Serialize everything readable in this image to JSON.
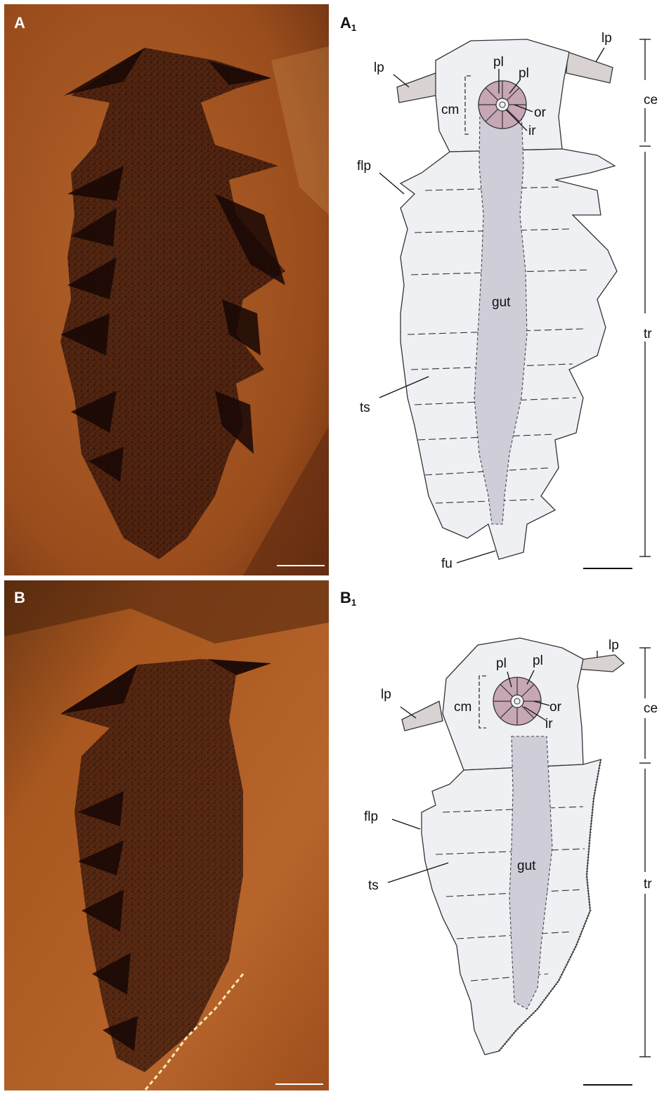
{
  "panels": {
    "A": {
      "label": "A"
    },
    "A1": {
      "label": "A",
      "sub": "1"
    },
    "B": {
      "label": "B"
    },
    "B1": {
      "label": "B",
      "sub": "1"
    }
  },
  "labels": {
    "lp": "lp",
    "pl": "pl",
    "cm": "cm",
    "or": "or",
    "ir": "ir",
    "flp": "flp",
    "gut": "gut",
    "ts": "ts",
    "fu": "fu",
    "ce": "ce",
    "tr": "tr"
  },
  "colors": {
    "matrix": "#a4541f",
    "fossil": "#2a0f08",
    "body_fill": "#eef0f4",
    "gut_fill": "#cfcdd8",
    "mouth_fill": "#c7a6b6",
    "appendage_fill": "#d9d2d2"
  }
}
